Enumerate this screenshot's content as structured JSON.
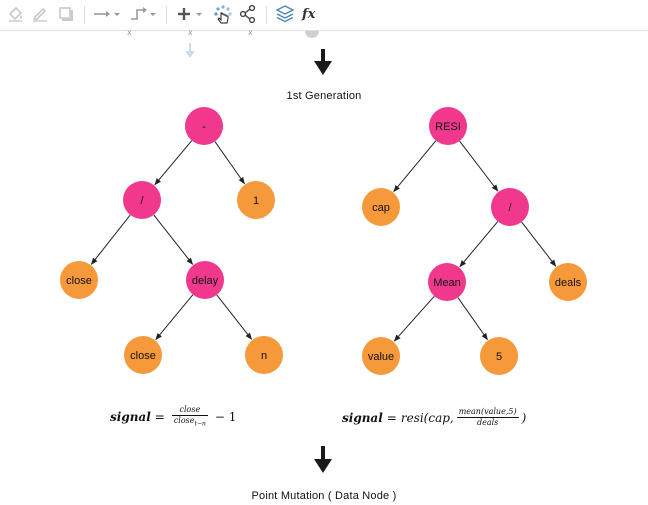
{
  "toolbar": {
    "buttons": [
      {
        "name": "fill-color-icon"
      },
      {
        "name": "line-color-icon"
      },
      {
        "name": "shadow-icon"
      },
      {
        "name": "connection-arrow-icon"
      },
      {
        "name": "waypoints-icon"
      },
      {
        "name": "insert-plus-icon"
      },
      {
        "name": "loading-spinner-icon"
      },
      {
        "name": "share-icon"
      },
      {
        "name": "layers-icon"
      },
      {
        "name": "formula-icon"
      }
    ],
    "formula_label": "fx",
    "cursor": "pointer-hand-icon"
  },
  "diagram": {
    "heading_top": "1st Generation",
    "heading_bottom": "Point Mutation ( Data Node )",
    "colors": {
      "operator_node": "#f0388c",
      "data_node": "#f6993a",
      "edge": "#222222",
      "arrow": "#1a1a1a"
    },
    "tree_left": {
      "nodes": [
        {
          "id": "l-root",
          "label": "-",
          "kind": "operator"
        },
        {
          "id": "l-div",
          "label": "/",
          "kind": "operator"
        },
        {
          "id": "l-one",
          "label": "1",
          "kind": "data"
        },
        {
          "id": "l-close1",
          "label": "close",
          "kind": "data"
        },
        {
          "id": "l-delay",
          "label": "delay",
          "kind": "operator"
        },
        {
          "id": "l-close2",
          "label": "close",
          "kind": "data"
        },
        {
          "id": "l-n",
          "label": "n",
          "kind": "data"
        }
      ],
      "edges": [
        [
          "l-root",
          "l-div"
        ],
        [
          "l-root",
          "l-one"
        ],
        [
          "l-div",
          "l-close1"
        ],
        [
          "l-div",
          "l-delay"
        ],
        [
          "l-delay",
          "l-close2"
        ],
        [
          "l-delay",
          "l-n"
        ]
      ]
    },
    "tree_right": {
      "nodes": [
        {
          "id": "r-root",
          "label": "RESI",
          "kind": "operator"
        },
        {
          "id": "r-cap",
          "label": "cap",
          "kind": "data"
        },
        {
          "id": "r-div",
          "label": "/",
          "kind": "operator"
        },
        {
          "id": "r-mean",
          "label": "Mean",
          "kind": "operator"
        },
        {
          "id": "r-deals",
          "label": "deals",
          "kind": "data"
        },
        {
          "id": "r-value",
          "label": "value",
          "kind": "data"
        },
        {
          "id": "r-five",
          "label": "5",
          "kind": "data"
        }
      ],
      "edges": [
        [
          "r-root",
          "r-cap"
        ],
        [
          "r-root",
          "r-div"
        ],
        [
          "r-div",
          "r-mean"
        ],
        [
          "r-div",
          "r-deals"
        ],
        [
          "r-mean",
          "r-value"
        ],
        [
          "r-mean",
          "r-five"
        ]
      ]
    },
    "formula_left": {
      "lhs": "signal",
      "equals": "=",
      "numerator": "close",
      "denominator": "close",
      "denominator_sub": "t−n",
      "tail": "− 1"
    },
    "formula_right": {
      "lhs": "signal",
      "equals": "=",
      "func": "resi(cap,",
      "numerator": "mean(value,5)",
      "denominator": "deals",
      "close": ")"
    }
  }
}
